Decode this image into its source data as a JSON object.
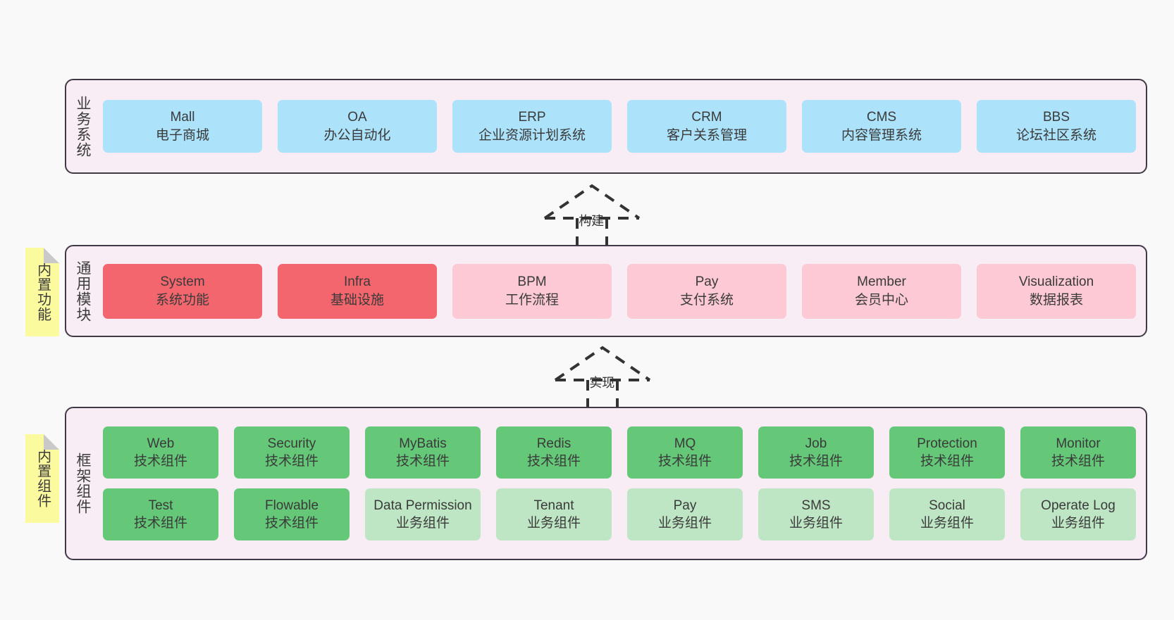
{
  "diagram": {
    "background": "#f9f9f9",
    "panel_fill": "#f8ecf5",
    "panel_border": "#403a46",
    "note_fill": "#fcfa9e"
  },
  "layers": [
    {
      "id": "business-systems",
      "title": "业务系统",
      "note": null,
      "rows": [
        {
          "cards": [
            {
              "en": "Mall",
              "cn": "电子商城",
              "color": "#ace3fb"
            },
            {
              "en": "OA",
              "cn": "办公自动化",
              "color": "#ace3fb"
            },
            {
              "en": "ERP",
              "cn": "企业资源计划系统",
              "color": "#ace3fb"
            },
            {
              "en": "CRM",
              "cn": "客户关系管理",
              "color": "#ace3fb"
            },
            {
              "en": "CMS",
              "cn": "内容管理系统",
              "color": "#ace3fb"
            },
            {
              "en": "BBS",
              "cn": "论坛社区系统",
              "color": "#ace3fb"
            }
          ]
        }
      ]
    },
    {
      "id": "common-modules",
      "title": "通用模块",
      "note": "内置功能",
      "rows": [
        {
          "cards": [
            {
              "en": "System",
              "cn": "系统功能",
              "color": "#f4666d"
            },
            {
              "en": "Infra",
              "cn": "基础设施",
              "color": "#f4666d"
            },
            {
              "en": "BPM",
              "cn": "工作流程",
              "color": "#fcc9d4"
            },
            {
              "en": "Pay",
              "cn": "支付系统",
              "color": "#fcc9d4"
            },
            {
              "en": "Member",
              "cn": "会员中心",
              "color": "#fcc9d4"
            },
            {
              "en": "Visualization",
              "cn": "数据报表",
              "color": "#fcc9d4"
            }
          ]
        }
      ]
    },
    {
      "id": "framework-components",
      "title": "框架组件",
      "note": "内置组件",
      "rows": [
        {
          "cards": [
            {
              "en": "Web",
              "cn": "技术组件",
              "color": "#65c878"
            },
            {
              "en": "Security",
              "cn": "技术组件",
              "color": "#65c878"
            },
            {
              "en": "MyBatis",
              "cn": "技术组件",
              "color": "#65c878"
            },
            {
              "en": "Redis",
              "cn": "技术组件",
              "color": "#65c878"
            },
            {
              "en": "MQ",
              "cn": "技术组件",
              "color": "#65c878"
            },
            {
              "en": "Job",
              "cn": "技术组件",
              "color": "#65c878"
            },
            {
              "en": "Protection",
              "cn": "技术组件",
              "color": "#65c878"
            },
            {
              "en": "Monitor",
              "cn": "技术组件",
              "color": "#65c878"
            }
          ]
        },
        {
          "cards": [
            {
              "en": "Test",
              "cn": "技术组件",
              "color": "#65c878"
            },
            {
              "en": "Flowable",
              "cn": "技术组件",
              "color": "#65c878"
            },
            {
              "en": "Data Permission",
              "cn": "业务组件",
              "color": "#bfe6c4"
            },
            {
              "en": "Tenant",
              "cn": "业务组件",
              "color": "#bfe6c4"
            },
            {
              "en": "Pay",
              "cn": "业务组件",
              "color": "#bfe6c4"
            },
            {
              "en": "SMS",
              "cn": "业务组件",
              "color": "#bfe6c4"
            },
            {
              "en": "Social",
              "cn": "业务组件",
              "color": "#bfe6c4"
            },
            {
              "en": "Operate Log",
              "cn": "业务组件",
              "color": "#bfe6c4"
            }
          ]
        }
      ]
    }
  ],
  "connectors": [
    {
      "id": "build",
      "label": "构建",
      "style": "dashed-generalization",
      "direction": "up"
    },
    {
      "id": "implement",
      "label": "实现",
      "style": "dashed-generalization",
      "direction": "up"
    }
  ]
}
